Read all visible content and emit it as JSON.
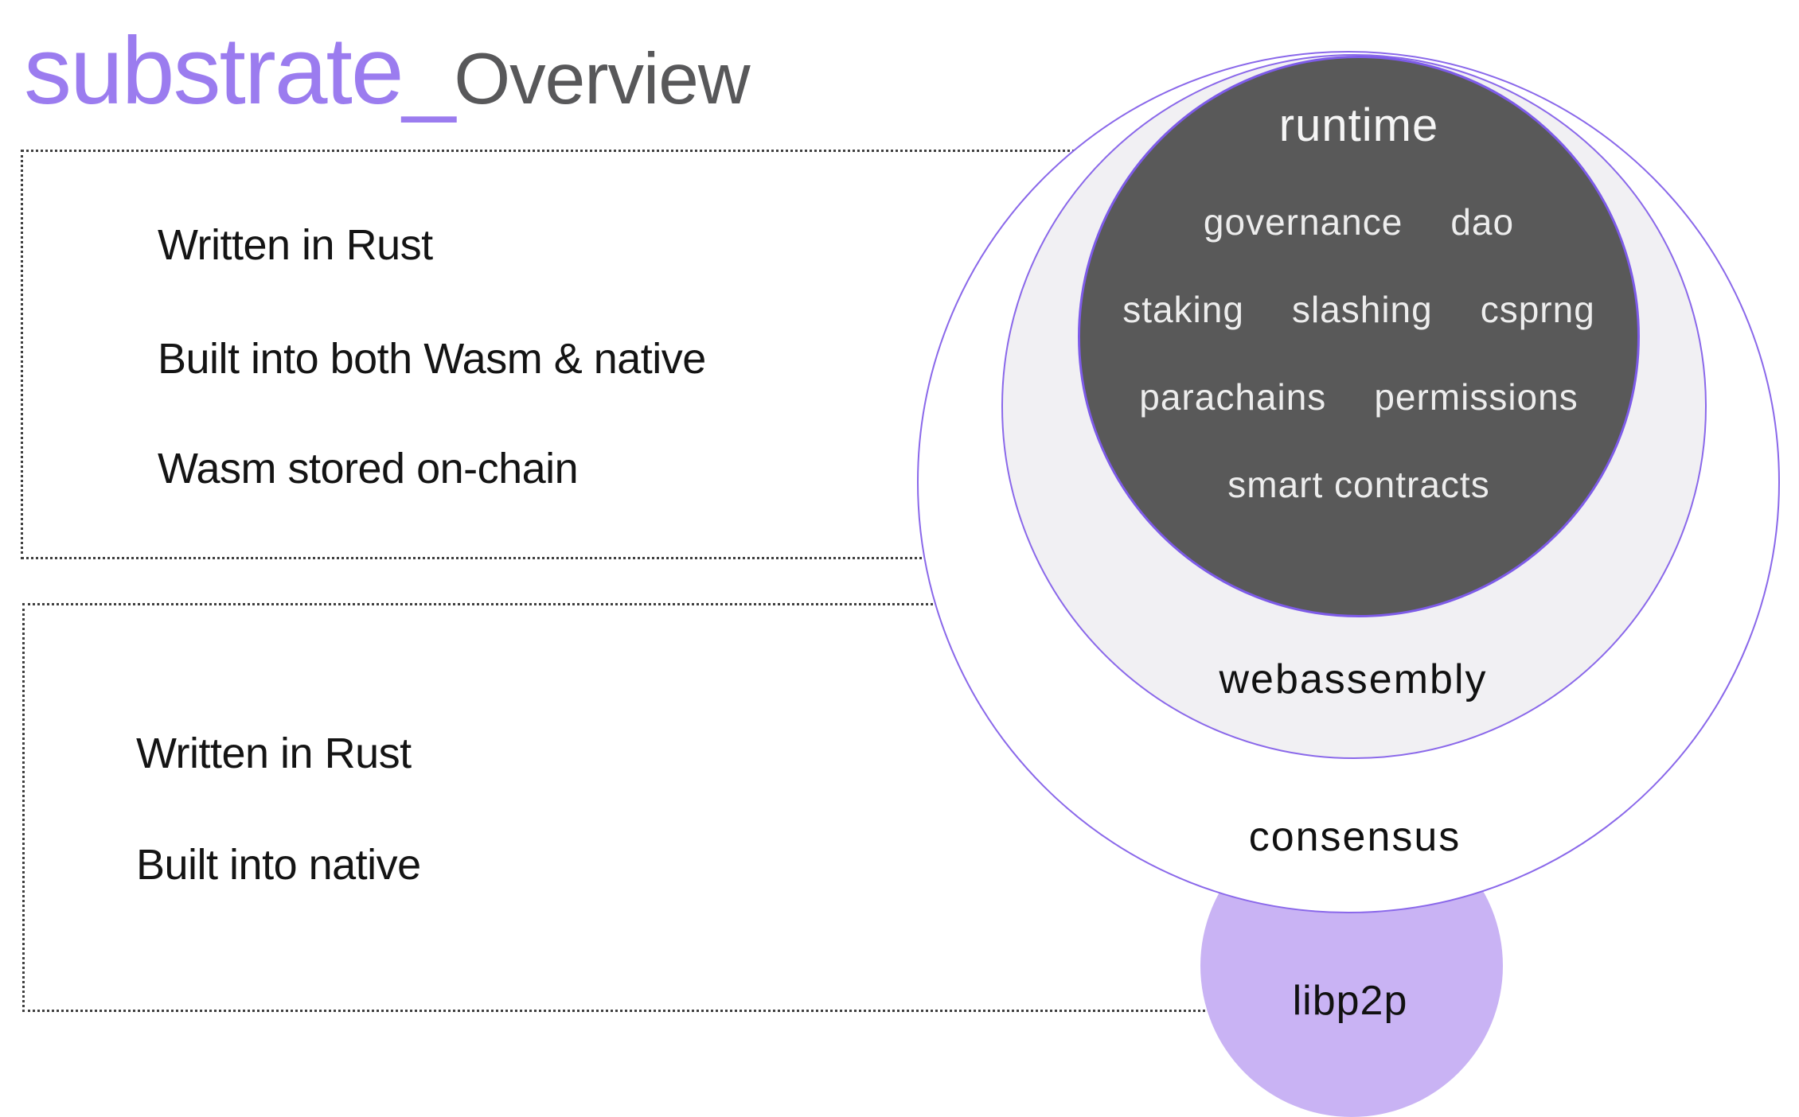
{
  "title": {
    "brand": "substrate_",
    "section": "Overview"
  },
  "colors": {
    "brand_purple": "#9b7cef",
    "section_gray": "#58585a",
    "circle_stroke_purple": "#8a68ea",
    "runtime_fill": "#595959",
    "webassembly_fill": "#f1f0f3",
    "consensus_fill": "#ffffff",
    "libp2p_fill": "#c9b3f4",
    "body_text": "#141414",
    "runtime_text": "#ededed",
    "dotted_border": "#3f3f3f"
  },
  "panels": [
    {
      "lines": [
        "Written in Rust",
        "Built into both Wasm & native",
        "Wasm stored on-chain"
      ]
    },
    {
      "lines": [
        "Written in Rust",
        "Built into native"
      ]
    }
  ],
  "diagram": {
    "runtime_label": "runtime",
    "runtime_rows": [
      [
        "governance",
        "dao"
      ],
      [
        "staking",
        "slashing",
        "csprng"
      ],
      [
        "parachains",
        "permissions"
      ],
      [
        "smart contracts"
      ]
    ],
    "webassembly_label": "webassembly",
    "consensus_label": "consensus",
    "libp2p_label": "libp2p"
  }
}
